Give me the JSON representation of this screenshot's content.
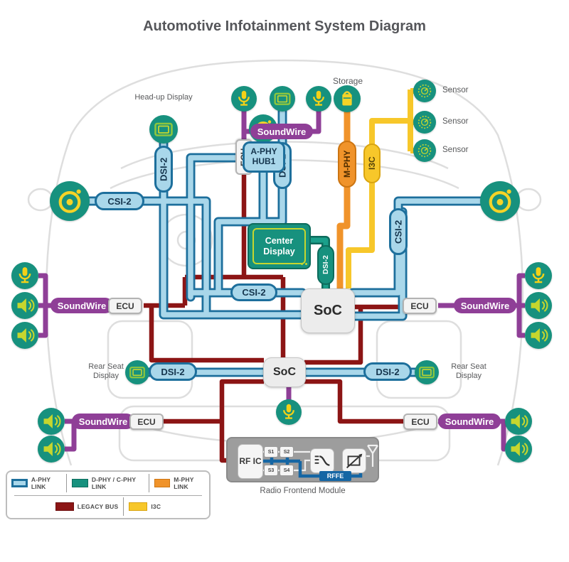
{
  "title": "Automotive Infotainment System Diagram",
  "labels": {
    "head_up_display": "Head-up Display",
    "storage": "Storage",
    "sensor": "Sensor",
    "rear_seat_display": "Rear Seat Display",
    "radio_frontend_module": "Radio Frontend Module"
  },
  "nodes": {
    "center_display": "Center Display",
    "soc": "SoC",
    "aphy_hub": "A-PHY HUB1",
    "rf_ic": "RF IC",
    "ecu": "ECU",
    "s1": "S1",
    "s2": "S2",
    "s3": "S3",
    "s4": "S4",
    "rffe": "RFFE"
  },
  "links": {
    "dsi2": "DSI-2",
    "csi2": "CSI-2",
    "soundwire": "SoundWire",
    "mphy": "M-PHY",
    "i3c": "I3C"
  },
  "legend": {
    "items_row1": [
      {
        "label": "A-PHY LINK",
        "color": "#a9d7ea"
      },
      {
        "label": "D-PHY / C-PHY LINK",
        "color": "#17917e"
      },
      {
        "label": "M-PHY LINK",
        "color": "#f0932a"
      }
    ],
    "items_row2": [
      {
        "label": "LEGACY BUS",
        "color": "#8c1515"
      },
      {
        "label": "I3C",
        "color": "#f7c72a"
      }
    ]
  },
  "colors": {
    "aphy_fill": "#a9d7ea",
    "aphy_border": "#1d6f9c",
    "dphy_teal": "#17917e",
    "mphy_orange": "#f0932a",
    "i3c_yellow": "#f7c72a",
    "legacy_red": "#8c1515",
    "soundwire_purple": "#8f3f97",
    "soc_bg": "#ececec",
    "module_bg": "#9d9d9d",
    "rffe_blue": "#1566a4"
  }
}
